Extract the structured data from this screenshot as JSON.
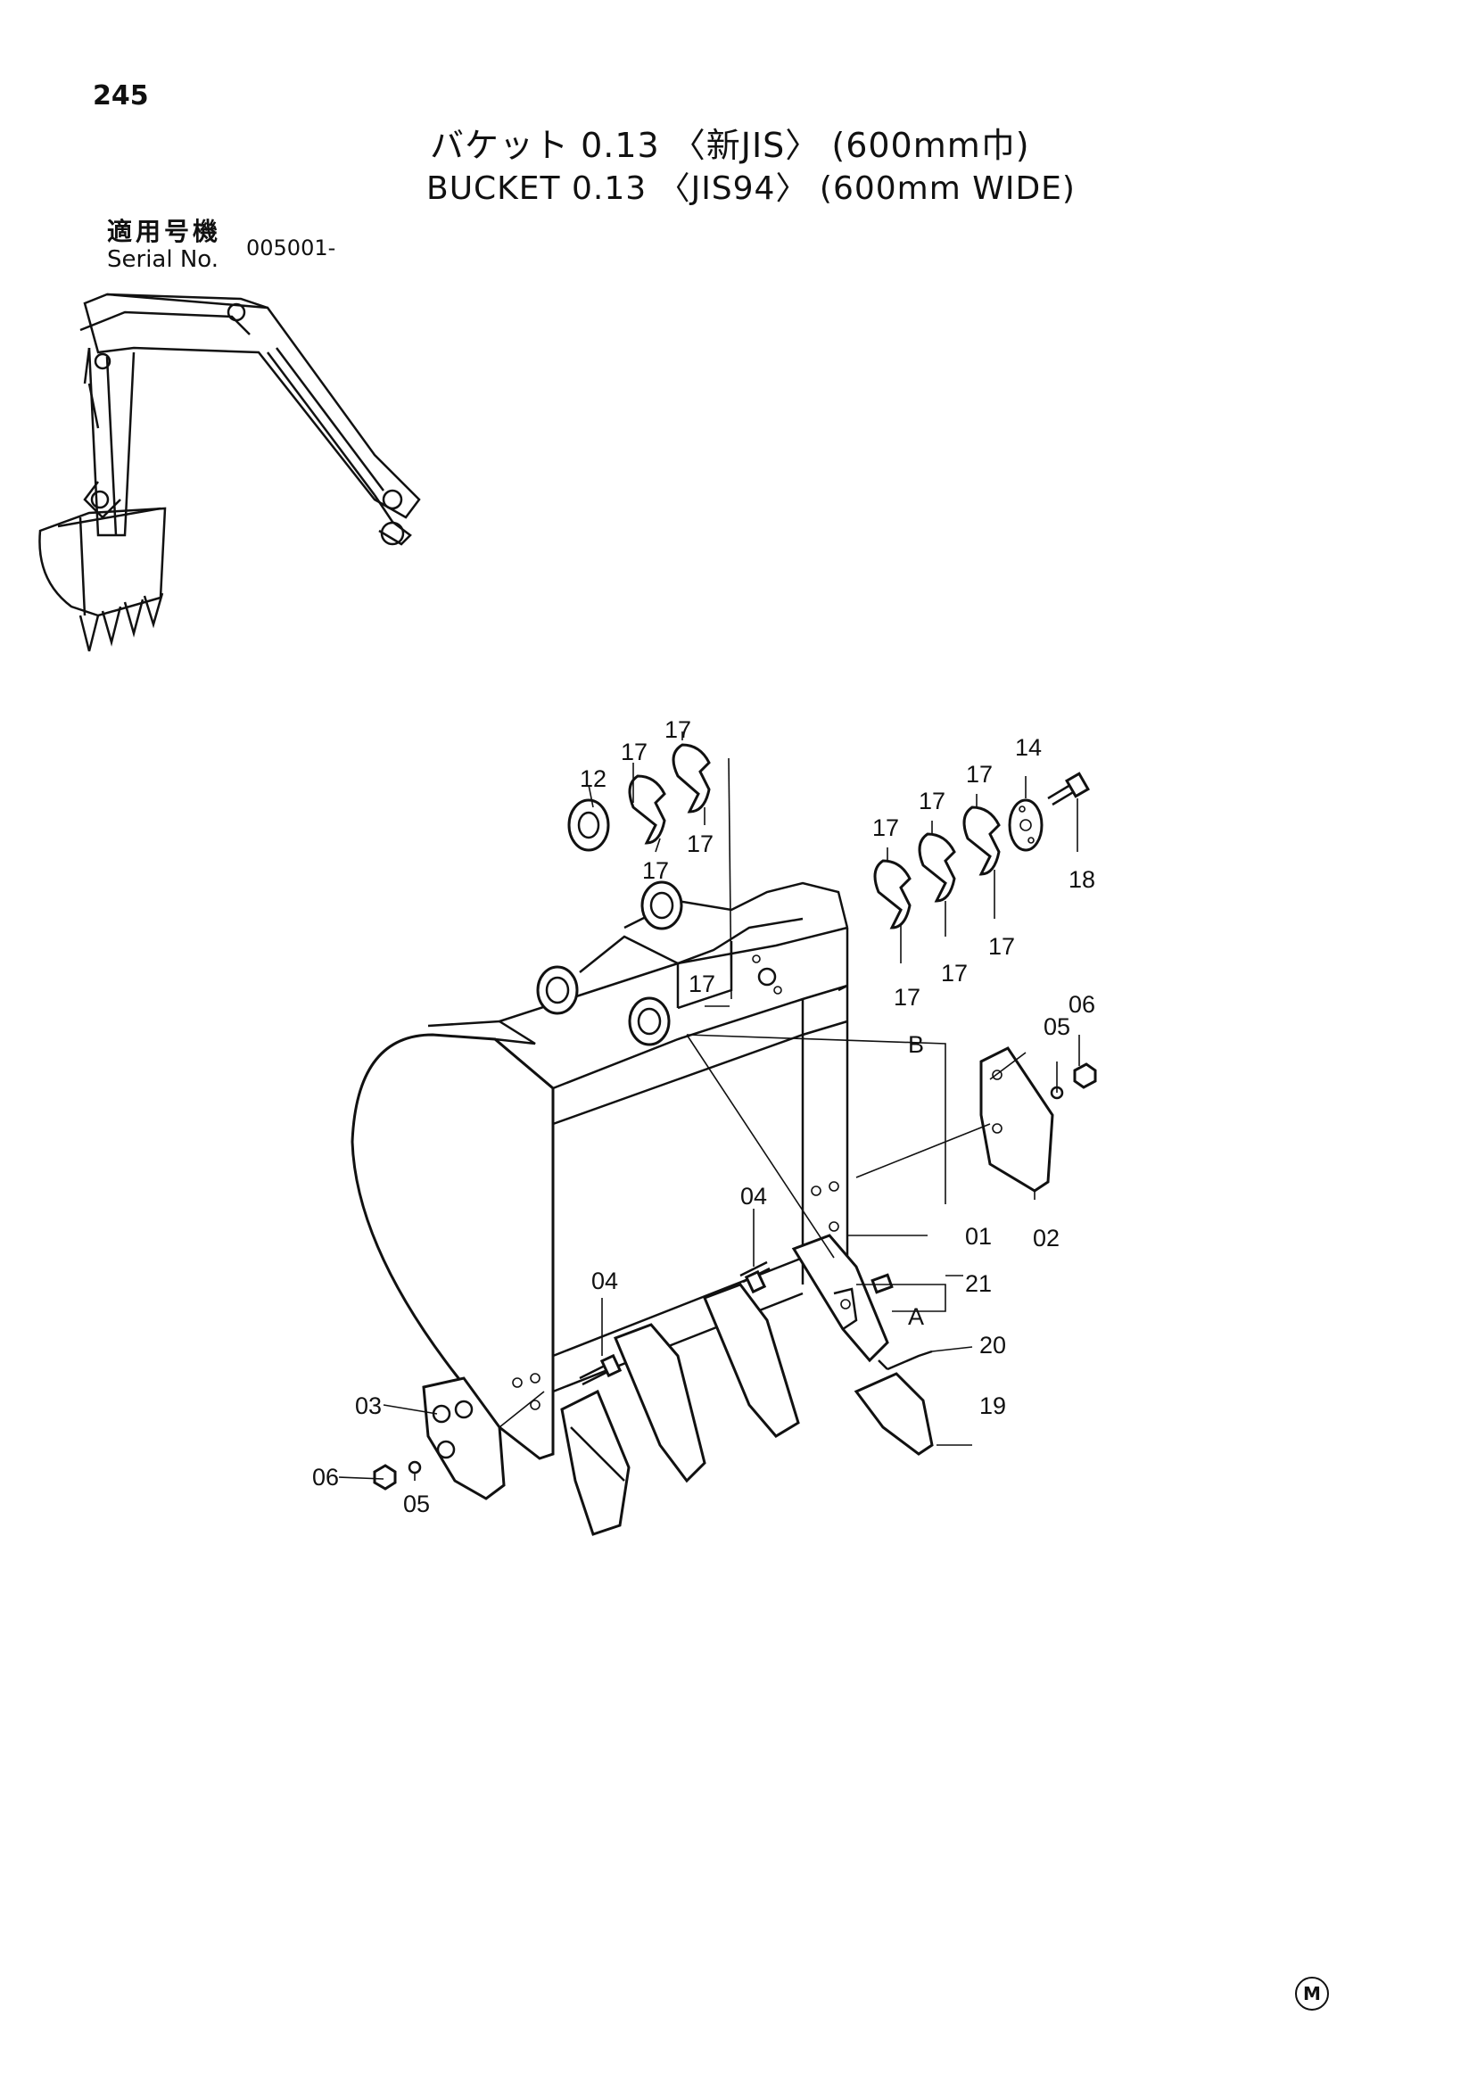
{
  "page_number": "245",
  "title_jp": "バケット 0.13 〈新JIS〉 (600mm巾)",
  "title_en": "BUCKET 0.13 〈JIS94〉 (600mm WIDE)",
  "serial": {
    "label_jp": "適用号機",
    "label_en": "Serial No.",
    "value": "005001-"
  },
  "part_labels": [
    "245",
    "17",
    "17",
    "12",
    "17",
    "17",
    "14",
    "17",
    "17",
    "17",
    "18",
    "17",
    "17",
    "17",
    "17",
    "06",
    "05",
    "B",
    "04",
    "01",
    "02",
    "04",
    "21",
    "A",
    "20",
    "03",
    "19",
    "06",
    "05"
  ],
  "mark": "M"
}
